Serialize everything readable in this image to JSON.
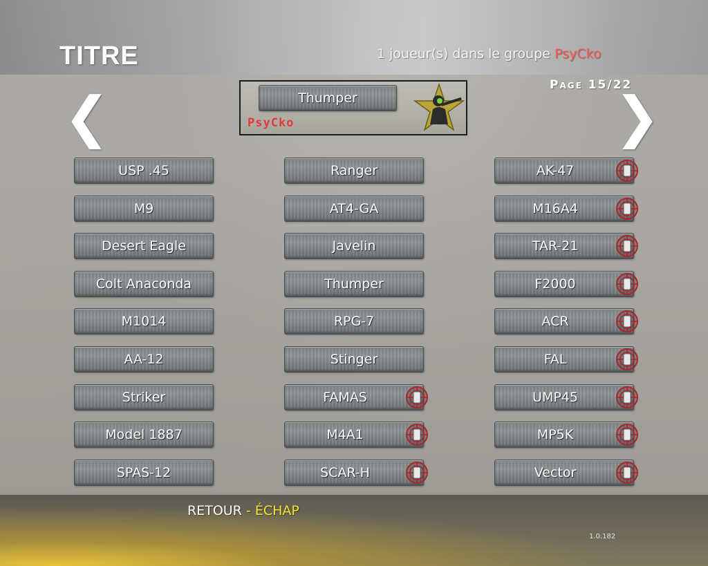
{
  "header": {
    "title": "TITRE",
    "group_text_prefix": "1 joueur(s) dans le groupe ",
    "group_name": "PsyCko",
    "page_indicator": "Page 15/22"
  },
  "nav": {
    "prev_arrow": "❮",
    "next_arrow": "❯"
  },
  "preview": {
    "selected_title": "Thumper",
    "clan_tag": "PsyCko",
    "emblem": "soldier-star-emblem-icon"
  },
  "titles": {
    "column_1": [
      {
        "label": "USP .45",
        "locked": false
      },
      {
        "label": "M9",
        "locked": false
      },
      {
        "label": "Desert Eagle",
        "locked": false
      },
      {
        "label": "Colt Anaconda",
        "locked": false
      },
      {
        "label": "M1014",
        "locked": false
      },
      {
        "label": "AA-12",
        "locked": false
      },
      {
        "label": "Striker",
        "locked": false
      },
      {
        "label": "Model 1887",
        "locked": false
      },
      {
        "label": "SPAS-12",
        "locked": false
      }
    ],
    "column_2": [
      {
        "label": "Ranger",
        "locked": false
      },
      {
        "label": "AT4-GA",
        "locked": false
      },
      {
        "label": "Javelin",
        "locked": false
      },
      {
        "label": "Thumper",
        "locked": false
      },
      {
        "label": "RPG-7",
        "locked": false
      },
      {
        "label": "Stinger",
        "locked": false
      },
      {
        "label": "FAMAS",
        "locked": true
      },
      {
        "label": "M4A1",
        "locked": true
      },
      {
        "label": "SCAR-H",
        "locked": true
      }
    ],
    "column_3": [
      {
        "label": "AK-47",
        "locked": true
      },
      {
        "label": "M16A4",
        "locked": true
      },
      {
        "label": "TAR-21",
        "locked": true
      },
      {
        "label": "F2000",
        "locked": true
      },
      {
        "label": "ACR",
        "locked": true
      },
      {
        "label": "FAL",
        "locked": true
      },
      {
        "label": "UMP45",
        "locked": true
      },
      {
        "label": "MP5K",
        "locked": true
      },
      {
        "label": "Vector",
        "locked": true
      }
    ],
    "lock_icon": "locked-crosshair-icon"
  },
  "footer": {
    "back_label": "RETOUR",
    "separator": " - ",
    "back_key": "ÉCHAP",
    "version": "1.0.182"
  },
  "colors": {
    "accent_yellow": "#f4e32c",
    "clan_red": "#e23a3a",
    "lock_red": "#b0242a"
  }
}
